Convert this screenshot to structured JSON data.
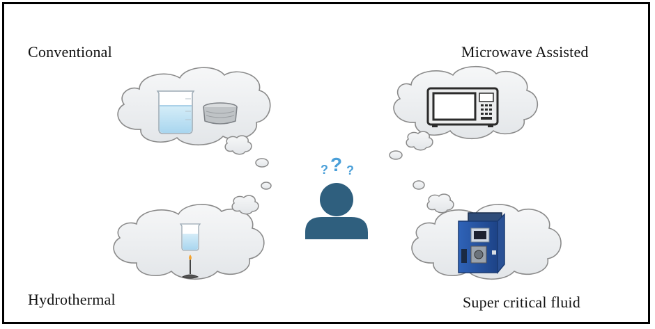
{
  "labels": {
    "conventional": "Conventional",
    "microwave": "Microwave Assisted",
    "hydrothermal": "Hydrothermal",
    "supercritical": "Super critical fluid"
  },
  "center": {
    "question_marks": "?",
    "icon": "confused-person-icon"
  },
  "colors": {
    "person": "#2f5f7e",
    "question": "#4a9fd8",
    "cloud_fill": "#eef0f2",
    "cloud_stroke": "#8a8a8a",
    "border": "#000000"
  }
}
